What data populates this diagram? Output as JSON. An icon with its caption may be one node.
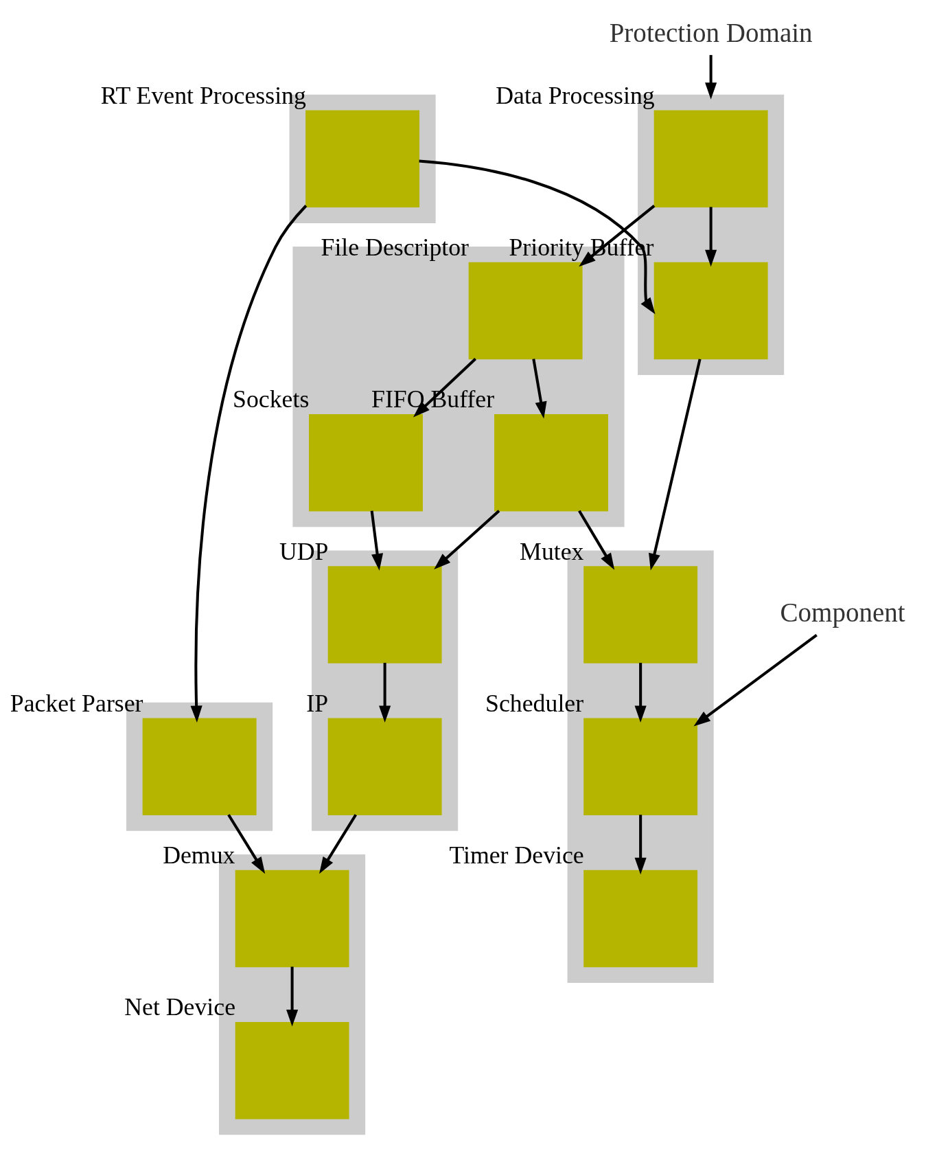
{
  "diagram": {
    "nodes": [
      {
        "text": [],
        "shape": "box"
      },
      {
        "text": [],
        "shape": "box",
        "in": 0,
        "beside": [
          "RT Event Processing"
        ]
      },
      {
        "text": [],
        "shape": "box"
      },
      {
        "text": [],
        "shape": "box",
        "in": 2,
        "beside": [
          "Data Processing"
        ]
      },
      {
        "text": [],
        "shape": "box",
        "in": 2,
        "beside": [
          "Priority Buffer"
        ]
      },
      {
        "text": [],
        "shape": "box"
      },
      {
        "text": [],
        "shape": "box",
        "in": 5,
        "beside": [
          "File Descriptor"
        ]
      },
      {
        "text": [],
        "shape": "box",
        "in": 5,
        "beside": [
          "Sockets"
        ]
      },
      {
        "text": [],
        "shape": "box",
        "in": 5,
        "beside": [
          "FIFO Buffer"
        ]
      },
      {
        "text": [],
        "shape": "box"
      },
      {
        "text": [],
        "shape": "box",
        "in": 9,
        "beside": [
          "UDP"
        ]
      },
      {
        "text": [],
        "shape": "box",
        "in": 9,
        "beside": [
          "IP"
        ]
      },
      {
        "text": [],
        "shape": "box"
      },
      {
        "text": [],
        "shape": "box",
        "in": 12,
        "beside": [
          "Packet Parser"
        ]
      },
      {
        "text": [],
        "shape": "box"
      },
      {
        "text": [],
        "shape": "box",
        "in": 14,
        "beside": [
          "Demux"
        ]
      },
      {
        "text": [],
        "shape": "box",
        "in": 14,
        "beside": [
          "Net Device"
        ]
      },
      {
        "text": [],
        "shape": "box"
      },
      {
        "text": [],
        "shape": "box",
        "in": 17,
        "beside": [
          "Mutex"
        ]
      },
      {
        "text": [],
        "shape": "box",
        "in": 17,
        "beside": [
          "Scheduler"
        ]
      },
      {
        "text": [],
        "shape": "box",
        "in": 17,
        "beside": [
          "Timer Device"
        ]
      },
      {
        "text": [
          "Protection Domain"
        ]
      },
      {
        "text": [
          "Component"
        ]
      }
    ],
    "edges": [
      {
        "from": 1,
        "to": 4,
        "arrow": "to"
      },
      {
        "from": 1,
        "to": 13,
        "arrow": "to"
      },
      {
        "from": 3,
        "to": 6,
        "arrow": "to"
      },
      {
        "from": 3,
        "to": 4,
        "arrow": "to"
      },
      {
        "from": 6,
        "to": 7,
        "arrow": "to"
      },
      {
        "from": 6,
        "to": 8,
        "arrow": "to"
      },
      {
        "from": 7,
        "to": 10,
        "arrow": "to"
      },
      {
        "from": 8,
        "to": 10,
        "arrow": "to"
      },
      {
        "from": 8,
        "to": 18,
        "arrow": "to"
      },
      {
        "from": 4,
        "to": 18,
        "arrow": "to"
      },
      {
        "from": 10,
        "to": 11,
        "arrow": "to"
      },
      {
        "from": 13,
        "to": 15,
        "arrow": "to"
      },
      {
        "from": 11,
        "to": 15,
        "arrow": "to"
      },
      {
        "from": 15,
        "to": 16,
        "arrow": "to"
      },
      {
        "from": 18,
        "to": 19,
        "arrow": "to"
      },
      {
        "from": 19,
        "to": 20,
        "arrow": "to"
      },
      {
        "from": 21,
        "to": 2,
        "arrow": "to"
      },
      {
        "from": 22,
        "to": 19,
        "arrow": "to"
      }
    ]
  }
}
